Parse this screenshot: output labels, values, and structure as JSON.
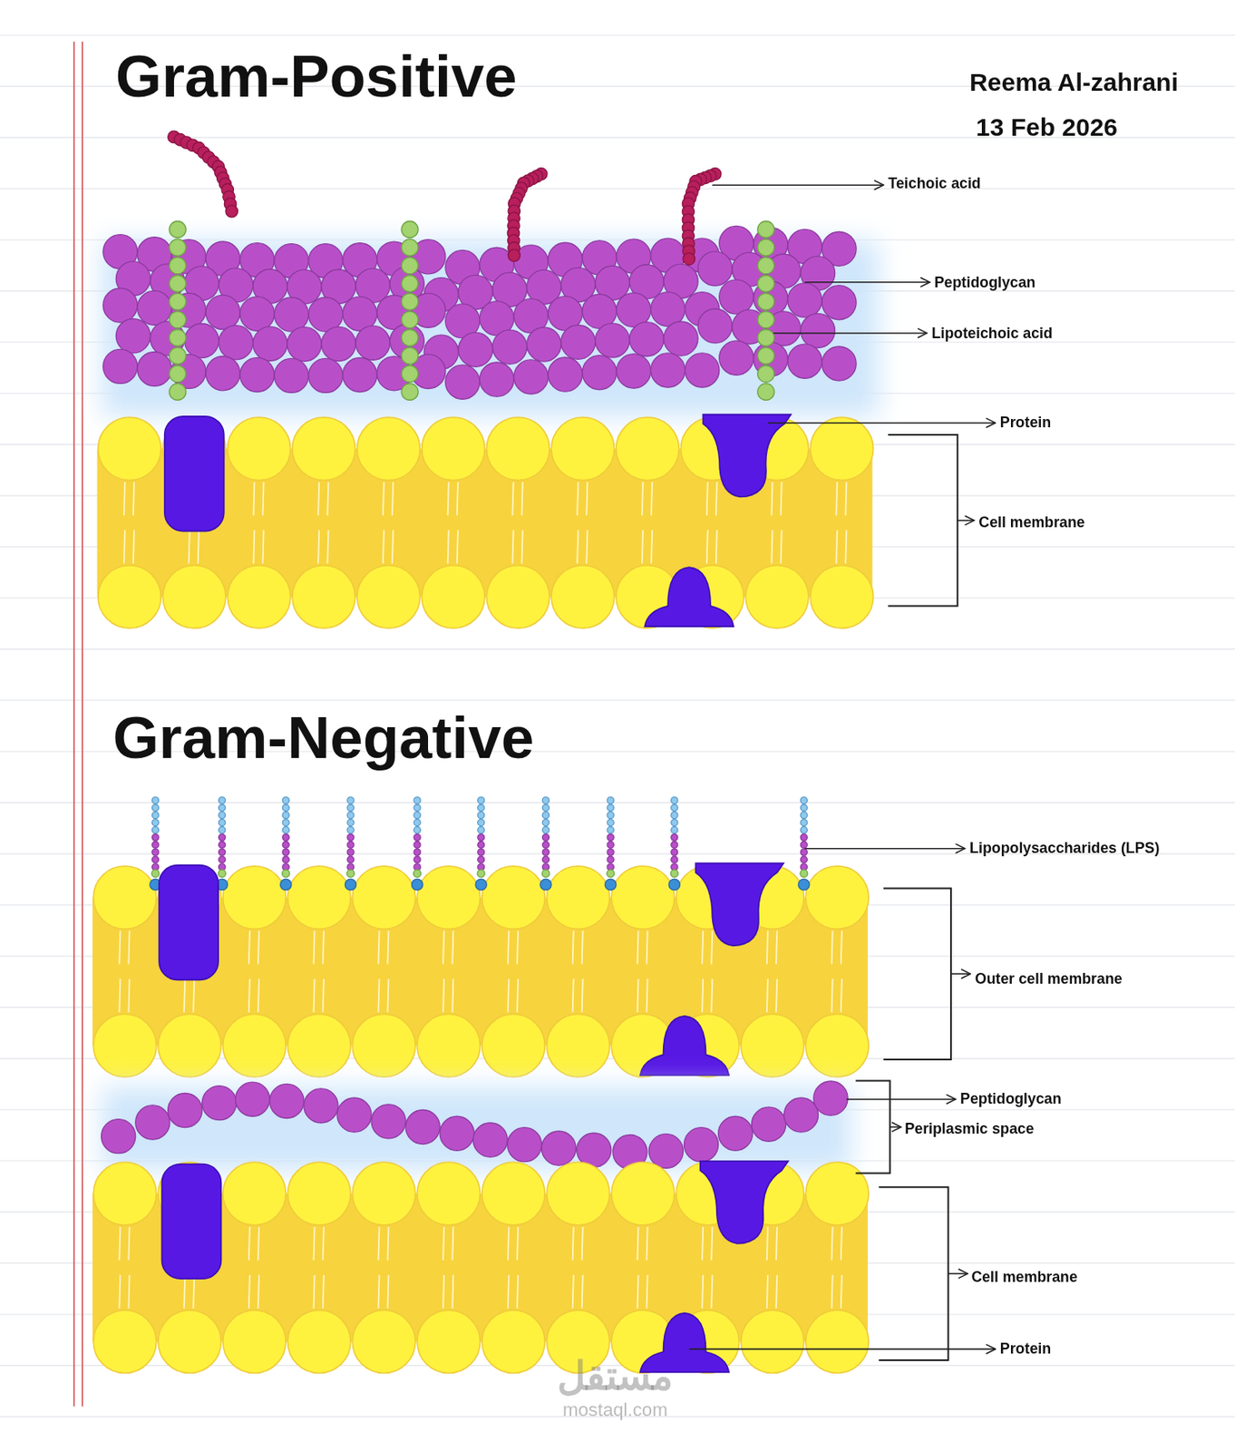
{
  "diagram": {
    "labels": [
      "Gram-Positive",
      "Reema Al-zahrani",
      "13 Feb 2026",
      "Teichoic acid",
      "Peptidoglycan",
      "Lipoteichoic acid",
      "Protein",
      "Cell membrane",
      "Gram-Negative",
      "Lipopolysaccharides (LPS)",
      "Outer cell membrane",
      "Peptidoglycan",
      "Periplasmic space",
      "Cell membrane",
      "Protein",
      "مستقل",
      "mostaql.com"
    ]
  }
}
